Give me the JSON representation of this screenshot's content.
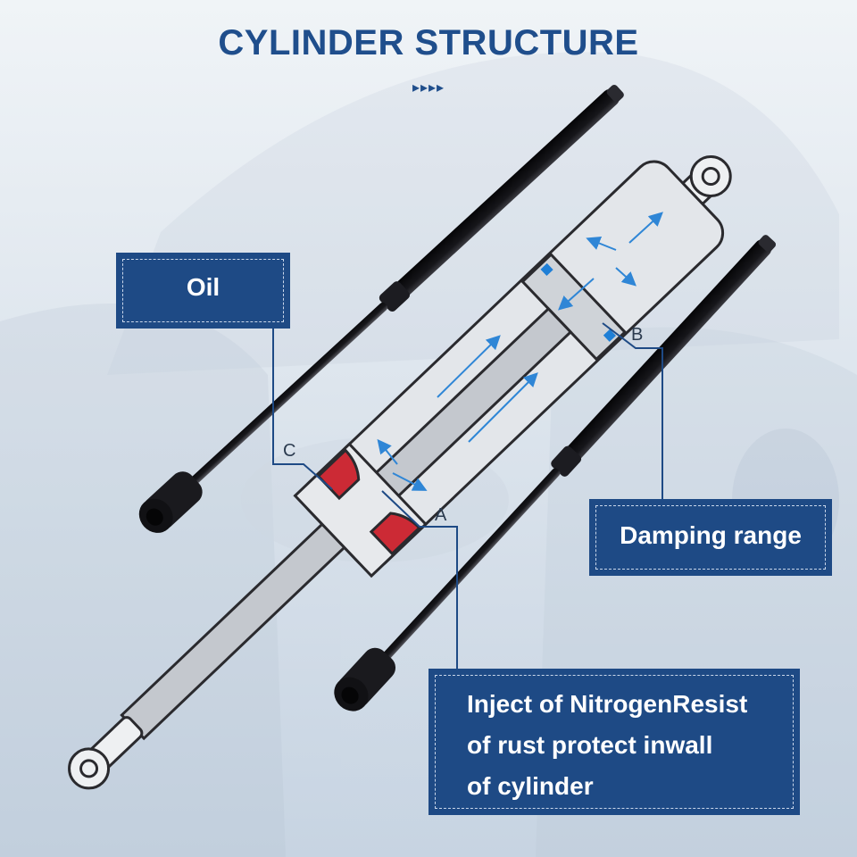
{
  "title": "CYLINDER STRUCTURE",
  "decor": {
    "chevrons": "▸▸▸▸",
    "chevron_color": "#1f4e8c"
  },
  "colors": {
    "accent": "#1e4a85",
    "seal_red": "#cc2a35",
    "arrow_blue": "#2f86d6",
    "strut_dark": "#1b1b1f"
  },
  "labels": {
    "a": "A",
    "b": "B",
    "c": "C"
  },
  "callouts": {
    "oil": "Oil",
    "damping": "Damping range",
    "nitrogen": [
      "Inject of NitrogenResist",
      "of rust protect inwall",
      "of cylinder"
    ]
  }
}
